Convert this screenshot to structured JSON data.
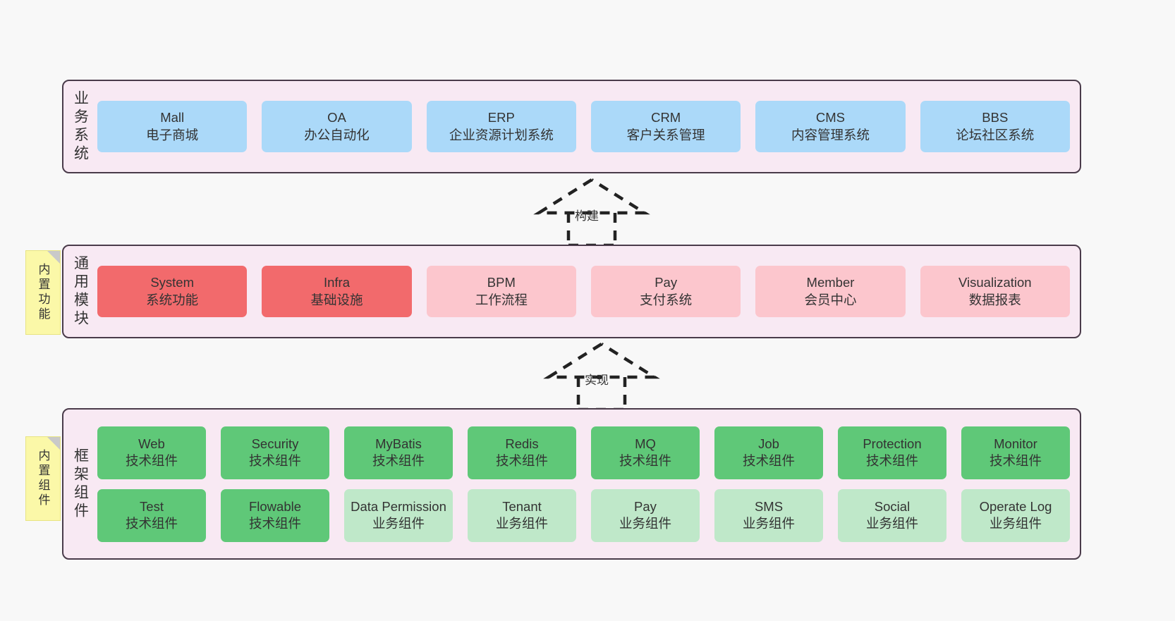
{
  "diagram": {
    "title": "System Architecture Layers",
    "colors": {
      "panel_bg": "#f8e9f3",
      "panel_border": "#4a3b4a",
      "blue": "#abd9f9",
      "red": "#f26a6c",
      "pink": "#fcc6cd",
      "green": "#5fc878",
      "mint": "#bfe8c9",
      "note_bg": "#fbf8a8",
      "canvas_bg": "#f8f8f8"
    }
  },
  "notes": [
    {
      "label": "内置功能"
    },
    {
      "label": "内置组件"
    }
  ],
  "connectors": [
    {
      "label": "构建",
      "style": "dashed-hollow-arrow",
      "direction": "up"
    },
    {
      "label": "实现",
      "style": "dashed-hollow-arrow",
      "direction": "up"
    }
  ],
  "layers": [
    {
      "title": "业务系统",
      "rows": [
        [
          {
            "name": "Mall",
            "desc": "电子商城",
            "color": "blue"
          },
          {
            "name": "OA",
            "desc": "办公自动化",
            "color": "blue"
          },
          {
            "name": "ERP",
            "desc": "企业资源计划系统",
            "color": "blue"
          },
          {
            "name": "CRM",
            "desc": "客户关系管理",
            "color": "blue"
          },
          {
            "name": "CMS",
            "desc": "内容管理系统",
            "color": "blue"
          },
          {
            "name": "BBS",
            "desc": "论坛社区系统",
            "color": "blue"
          }
        ]
      ]
    },
    {
      "title": "通用模块",
      "rows": [
        [
          {
            "name": "System",
            "desc": "系统功能",
            "color": "red"
          },
          {
            "name": "Infra",
            "desc": "基础设施",
            "color": "red"
          },
          {
            "name": "BPM",
            "desc": "工作流程",
            "color": "pink"
          },
          {
            "name": "Pay",
            "desc": "支付系统",
            "color": "pink"
          },
          {
            "name": "Member",
            "desc": "会员中心",
            "color": "pink"
          },
          {
            "name": "Visualization",
            "desc": "数据报表",
            "color": "pink"
          }
        ]
      ]
    },
    {
      "title": "框架组件",
      "rows": [
        [
          {
            "name": "Web",
            "desc": "技术组件",
            "color": "green"
          },
          {
            "name": "Security",
            "desc": "技术组件",
            "color": "green"
          },
          {
            "name": "MyBatis",
            "desc": "技术组件",
            "color": "green"
          },
          {
            "name": "Redis",
            "desc": "技术组件",
            "color": "green"
          },
          {
            "name": "MQ",
            "desc": "技术组件",
            "color": "green"
          },
          {
            "name": "Job",
            "desc": "技术组件",
            "color": "green"
          },
          {
            "name": "Protection",
            "desc": "技术组件",
            "color": "green"
          },
          {
            "name": "Monitor",
            "desc": "技术组件",
            "color": "green"
          }
        ],
        [
          {
            "name": "Test",
            "desc": "技术组件",
            "color": "green"
          },
          {
            "name": "Flowable",
            "desc": "技术组件",
            "color": "green"
          },
          {
            "name": "Data Permission",
            "desc": "业务组件",
            "color": "mint"
          },
          {
            "name": "Tenant",
            "desc": "业务组件",
            "color": "mint"
          },
          {
            "name": "Pay",
            "desc": "业务组件",
            "color": "mint"
          },
          {
            "name": "SMS",
            "desc": "业务组件",
            "color": "mint"
          },
          {
            "name": "Social",
            "desc": "业务组件",
            "color": "mint"
          },
          {
            "name": "Operate Log",
            "desc": "业务组件",
            "color": "mint"
          }
        ]
      ]
    }
  ]
}
